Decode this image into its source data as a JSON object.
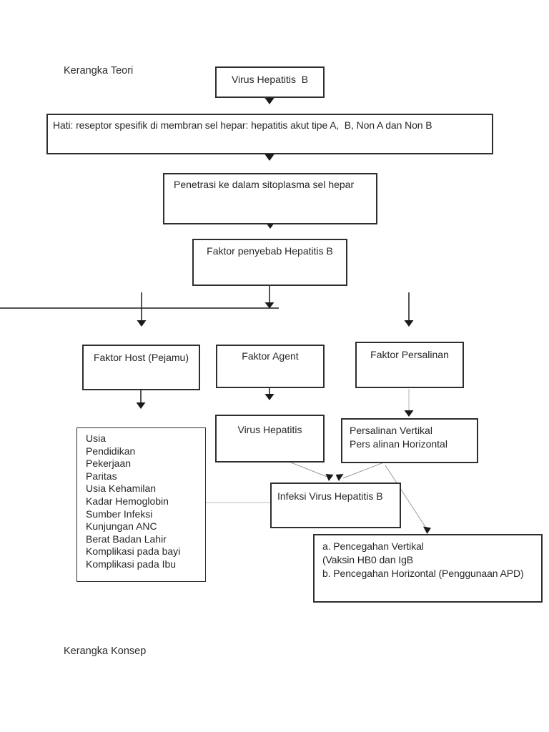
{
  "document": {
    "section_top_label": "Kerangka Teori",
    "section_bottom_label": "Kerangka Konsep"
  },
  "colors": {
    "background": "#ffffff",
    "box_border": "#2e2e2e",
    "text": "#262626",
    "arrow": "#1a1a1a",
    "thin_connector": "#9a9a9a",
    "faded_connector": "#c4c4c4"
  },
  "nodes": {
    "virus_hepatitis_b": {
      "label": "Virus Hepatitis  B"
    },
    "hati_reseptor": {
      "label": "Hati: reseptor spesifik di membran sel hepar: hepatitis akut tipe A,  B, Non A dan Non B"
    },
    "penetrasi": {
      "label": "Penetrasi ke dalam sitoplasma sel hepar"
    },
    "faktor_penyebab": {
      "label": "Faktor penyebab Hepatitis B"
    },
    "faktor_host": {
      "label": "Faktor Host (Pejamu)"
    },
    "faktor_agent": {
      "label": "Faktor Agent"
    },
    "faktor_persalinan": {
      "label": "Faktor Persalinan"
    },
    "virus_hepatitis": {
      "label": "Virus Hepatitis"
    },
    "persalinan_jalur": {
      "line1": "Persalinan Vertikal",
      "line2": "Pers alinan Horizontal"
    },
    "host_factor_list": {
      "items": [
        "Usia",
        "Pendidikan",
        "Pekerjaan",
        "Paritas",
        "Usia Kehamilan",
        "Kadar Hemoglobin",
        "Sumber Infeksi",
        "Kunjungan ANC",
        "Berat Badan Lahir",
        "Komplikasi pada bayi",
        "Komplikasi pada Ibu"
      ]
    },
    "infeksi": {
      "label": "Infeksi Virus Hepatitis B"
    },
    "pencegahan": {
      "line1": "a. Pencegahan Vertikal",
      "line2": "(Vaksin HB0 dan IgB",
      "line3": "b. Pencegahan Horizontal (Penggunaan APD)"
    }
  }
}
